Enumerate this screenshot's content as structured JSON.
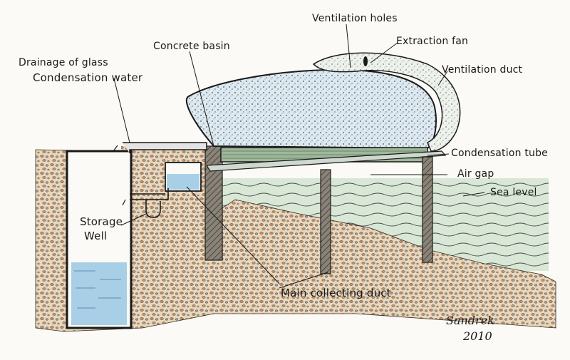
{
  "labels": {
    "ventilation_holes": "Ventilation holes",
    "extraction_fan": "Extraction fan",
    "ventilation_duct": "Ventilation duct",
    "concrete_basin": "Concrete basin",
    "drainage_line1": "Drainage of glass",
    "drainage_line2": "Condensation water",
    "condensation_tube": "Condensation tube",
    "air_gap": "Air gap",
    "sea_level": "Sea level",
    "storage_line1": "Storage",
    "storage_line2": "Well",
    "main_collecting_duct": "Main collecting duct"
  },
  "signature": {
    "name": "Sandrek",
    "year": "2010"
  },
  "colors": {
    "ink": "#1a1a1a",
    "glass_fill": "#dce9f0",
    "water": "#a9cfe6",
    "sea": "#c9dfc9",
    "gravel": "#c8a98c",
    "tube": "#7e9a7e"
  }
}
